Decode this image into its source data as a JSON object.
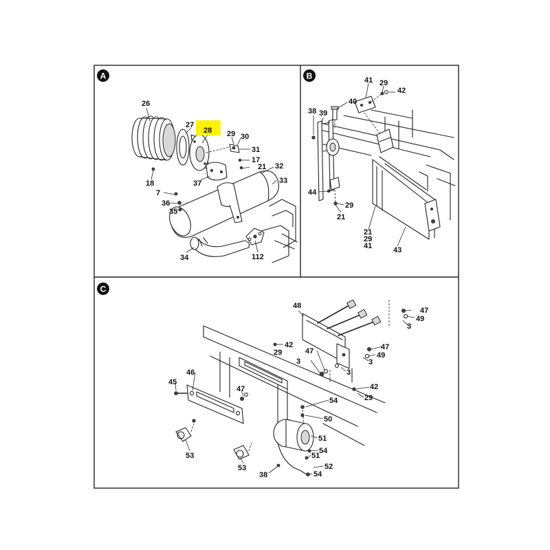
{
  "panels": {
    "a": {
      "badge": "A",
      "callouts": {
        "c26": "26",
        "c27": "27",
        "c28": "28",
        "c29": "29",
        "c30": "30",
        "c31": "31",
        "c17": "17",
        "c21": "21",
        "c32": "32",
        "c37": "37",
        "c18": "18",
        "c33": "33",
        "c7": "7",
        "c36": "36",
        "c35": "35",
        "c34": "34",
        "c112": "112"
      },
      "highlight_color": "#fff200"
    },
    "b": {
      "badge": "B",
      "callouts": {
        "c41": "41",
        "c29a": "29",
        "c42": "42",
        "c40": "40",
        "c38": "38",
        "c39": "39",
        "c44": "44",
        "c29b": "29",
        "c21a": "21",
        "c21b": "21",
        "c29c": "29",
        "c41b": "41",
        "c43": "43"
      }
    },
    "c": {
      "badge": "C",
      "callouts": {
        "c48": "48",
        "c47a": "47",
        "c49a": "49",
        "c3a": "3",
        "c42a": "42",
        "c29a": "29",
        "c47b": "47",
        "c49b": "49",
        "c3b": "3",
        "c3c": "3",
        "c47c": "47",
        "c3d": "3",
        "c42b": "42",
        "c29b": "29",
        "c46": "46",
        "c45": "45",
        "c47d": "47",
        "c54a": "54",
        "c50": "50",
        "c51a": "51",
        "c53": "53",
        "c54b": "54",
        "c51b": "51",
        "c52": "52",
        "c54c": "54",
        "c38": "38",
        "c53b": "53"
      }
    }
  }
}
